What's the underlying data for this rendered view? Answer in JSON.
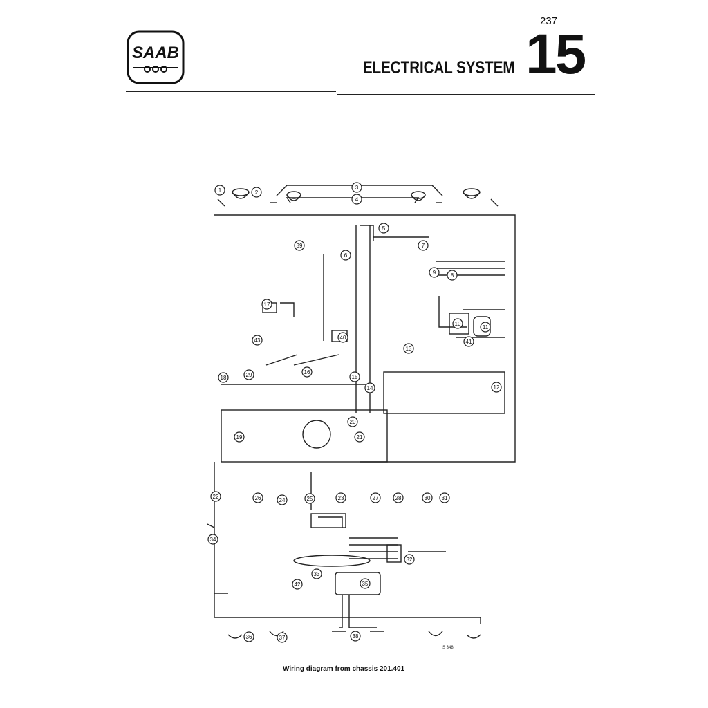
{
  "header": {
    "logo_text": "SAAB",
    "page_number": "237",
    "section_title": "ELECTRICAL SYSTEM",
    "section_number": "15"
  },
  "diagram": {
    "labels": [
      "1",
      "2",
      "3",
      "4",
      "5",
      "6",
      "7",
      "8",
      "9",
      "10",
      "11",
      "12",
      "13",
      "14",
      "15",
      "16",
      "17",
      "18",
      "19",
      "20",
      "21",
      "22",
      "23",
      "24",
      "25",
      "26",
      "27",
      "28",
      "29",
      "30",
      "31",
      "32",
      "33",
      "34",
      "35",
      "36",
      "37",
      "38",
      "39",
      "40",
      "41",
      "42",
      "43"
    ],
    "drawing_number": "S 348"
  },
  "caption": "Wiring diagram from chassis 201.401"
}
